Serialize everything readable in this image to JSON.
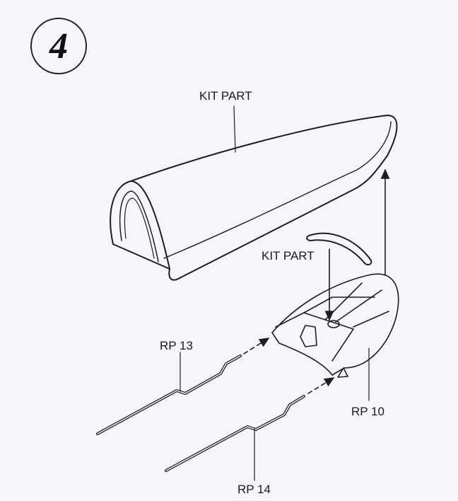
{
  "step_number": "4",
  "labels": {
    "canopy": "KIT PART",
    "bar": "KIT PART",
    "rp13": "RP 13",
    "rp10": "RP 10",
    "rp14": "RP 14"
  },
  "colors": {
    "line": "#1e1e1e",
    "paper": "#f5f6f9"
  }
}
